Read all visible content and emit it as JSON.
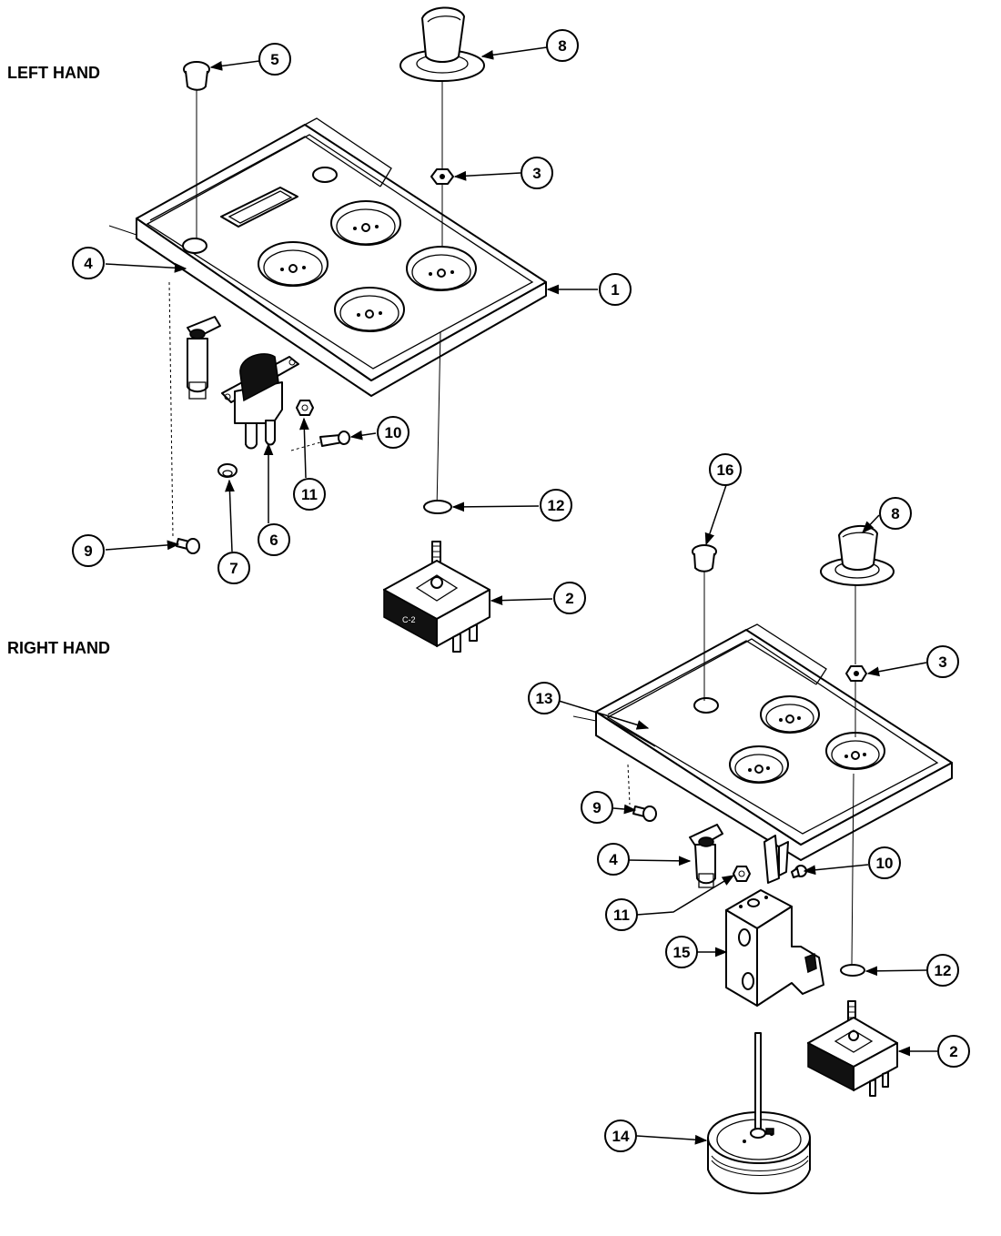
{
  "sections": {
    "left_label": "LEFT HAND",
    "right_label": "RIGHT HAND"
  },
  "callouts": {
    "left": {
      "c1": "1",
      "c2": "2",
      "c3": "3",
      "c4": "4",
      "c5": "5",
      "c6": "6",
      "c7": "7",
      "c8": "8",
      "c9": "9",
      "c10": "10",
      "c11": "11",
      "c12": "12"
    },
    "right": {
      "c2": "2",
      "c3": "3",
      "c4": "4",
      "c8": "8",
      "c9": "9",
      "c10": "10",
      "c11": "11",
      "c12": "12",
      "c13": "13",
      "c14": "14",
      "c15": "15",
      "c16": "16"
    }
  }
}
